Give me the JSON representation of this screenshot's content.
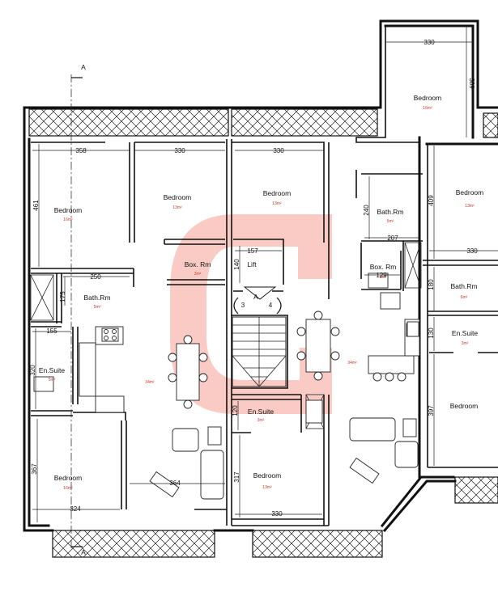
{
  "rooms": {
    "bedroom_a": {
      "name": "Bedroom",
      "area": "16m²"
    },
    "bedroom_b": {
      "name": "Bedroom",
      "area": "13m²"
    },
    "bedroom_c": {
      "name": "Bedroom",
      "area": "13m²"
    },
    "bedroom_d": {
      "name": "Bedroom",
      "area": "16m²"
    },
    "bedroom_e": {
      "name": "Bedroom",
      "area": "13m²"
    },
    "bedroom_f": {
      "name": "Bedroom",
      "area": "13m²"
    },
    "bedroom_g": {
      "name": "Bedroom",
      "area": "16m²"
    },
    "bedroom_h": {
      "name": "Bedroom",
      "area": ""
    },
    "boxrm_a": {
      "name": "Box. Rm",
      "area": "3m²"
    },
    "boxrm_b": {
      "name": "Box. Rm",
      "area": "3m²"
    },
    "bath_a": {
      "name": "Bath.Rm",
      "area": "5m²"
    },
    "bath_b": {
      "name": "Bath.Rm",
      "area": "5m²"
    },
    "bath_c": {
      "name": "Bath.Rm",
      "area": "6m²"
    },
    "ensuite_a": {
      "name": "En.Suite",
      "area": "5m²"
    },
    "ensuite_b": {
      "name": "En.Suite",
      "area": "3m²"
    },
    "ensuite_c": {
      "name": "En.Suite",
      "area": "3m²"
    },
    "living_a": {
      "name": "",
      "area": "34m²"
    },
    "living_b": {
      "name": "",
      "area": "34m²"
    },
    "lift": {
      "name": "Lift",
      "area": ""
    }
  },
  "dimensions": {
    "d330_top": "330",
    "d389": "389",
    "d358": "358",
    "d330_b": "330",
    "d330_c": "330",
    "d461": "461",
    "d409": "409",
    "d240": "240",
    "d207": "207",
    "d157": "157",
    "d140": "140",
    "d330_d": "330",
    "d250": "250",
    "d175": "175",
    "d129": "129",
    "d180": "180",
    "d155": "155",
    "d130": "130",
    "d320": "320",
    "d120": "120",
    "d397": "397",
    "d367": "367",
    "d364": "364",
    "d317": "317",
    "d324": "324",
    "d330_e": "330"
  },
  "markers": {
    "section_top": "A",
    "section_bottom": "A",
    "stair_core": "A",
    "stair_left": "3",
    "stair_right": "4"
  },
  "colors": {
    "watermark": "#f4a093",
    "area_text": "#c0392b",
    "wall": "#111111"
  }
}
